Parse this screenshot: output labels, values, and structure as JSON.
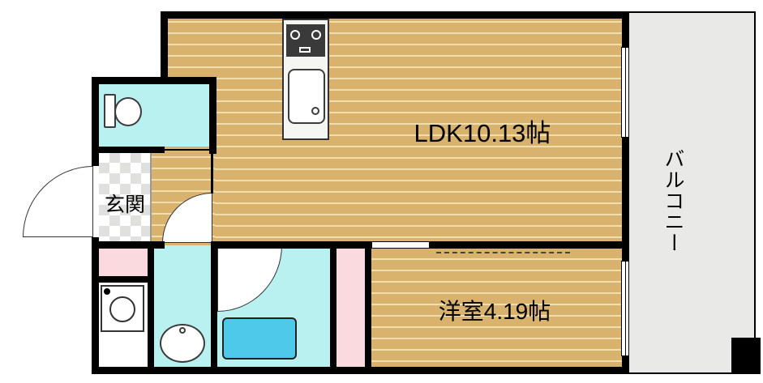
{
  "labels": {
    "ldk": "LDK10.13帖",
    "bedroom": "洋室4.19帖",
    "entrance": "玄関",
    "balcony": "バルコニー"
  },
  "fixtures": {
    "toilet": "toilet-icon",
    "stove": "stove-icon",
    "kitchen_sink": "kitchen-sink-icon",
    "washbasin": "washbasin-icon",
    "bathtub": "bathtub-icon",
    "washing_machine": "washing-machine-pan-icon"
  },
  "colors": {
    "flooring": "#d9b26d",
    "flooring_stripe": "#efdfae",
    "wet_area": "#b9f1f0",
    "corridor_pink": "#fadade",
    "balcony": "#e9e9e7",
    "bathtub": "#4fc9e9",
    "genkan_tile": "#e0e0de",
    "wall": "#000000"
  }
}
